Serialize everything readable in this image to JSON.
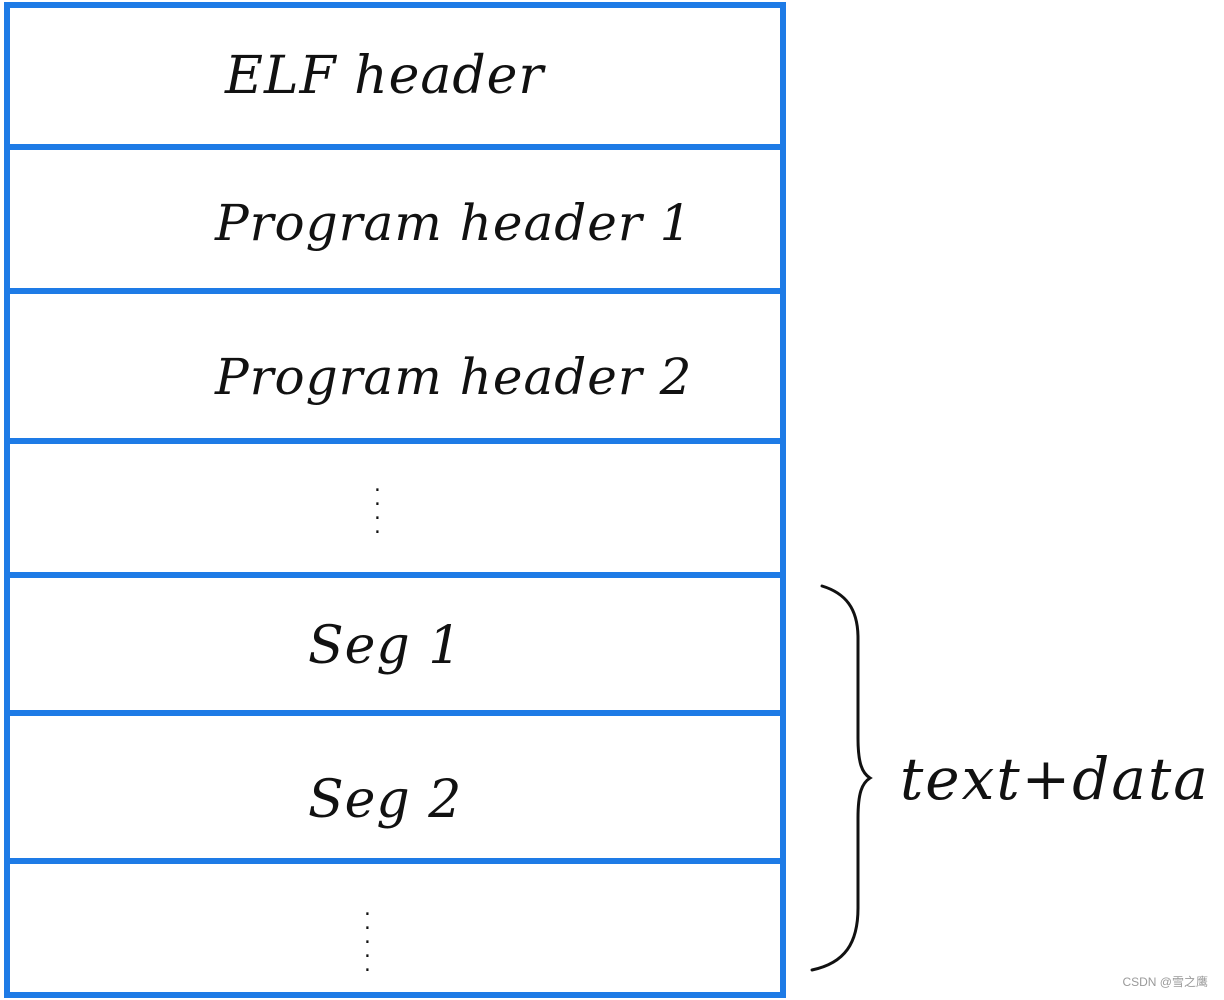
{
  "rows": [
    {
      "label": "ELF header"
    },
    {
      "label": "Program header 1"
    },
    {
      "label": "Program header 2"
    },
    {
      "label": ""
    },
    {
      "label": "Seg 1"
    },
    {
      "label": "Seg 2"
    },
    {
      "label": ""
    }
  ],
  "brace_label": "text+data",
  "watermark": "CSDN @雪之鹰",
  "colors": {
    "border": "#1e7be6",
    "ink": "#111111"
  }
}
